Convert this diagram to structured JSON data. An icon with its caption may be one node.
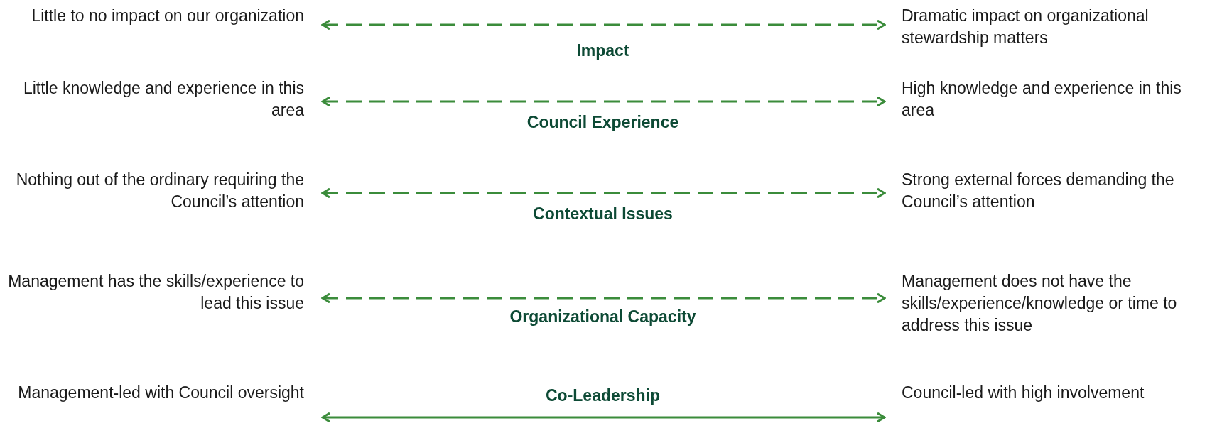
{
  "diagram": {
    "nodes": [
      {
        "text": [
          "Little to no impact on our organization"
        ]
      },
      {
        "text": [
          "Dramatic impact on organizational stewardship matters"
        ]
      },
      {
        "text": [
          "Little knowledge and experience in this area"
        ]
      },
      {
        "text": [
          "High knowledge and experience in this area"
        ]
      },
      {
        "text": [
          "Nothing out of the ordinary requiring the Council’s attention"
        ]
      },
      {
        "text": [
          "Strong external forces demanding the Council’s attention"
        ]
      },
      {
        "text": [
          "Management has the skills/experience to lead this issue"
        ]
      },
      {
        "text": [
          "Management does not have the skills/experience/knowledge or time to address this issue"
        ]
      },
      {
        "text": [
          "Management-led with Council oversight"
        ]
      },
      {
        "text": [
          "Council-led with high involvement"
        ]
      }
    ],
    "edges": [
      {
        "from": 0,
        "to": 1,
        "arrow": "both",
        "style": "dashed",
        "label": "Impact"
      },
      {
        "from": 2,
        "to": 3,
        "arrow": "both",
        "style": "dashed",
        "label": "Council Experience"
      },
      {
        "from": 4,
        "to": 5,
        "arrow": "both",
        "style": "dashed",
        "label": "Contextual Issues"
      },
      {
        "from": 6,
        "to": 7,
        "arrow": "both",
        "style": "dashed",
        "label": "Organizational Capacity"
      },
      {
        "from": 8,
        "to": 9,
        "arrow": "both",
        "label": "Co-Leadership"
      }
    ]
  }
}
